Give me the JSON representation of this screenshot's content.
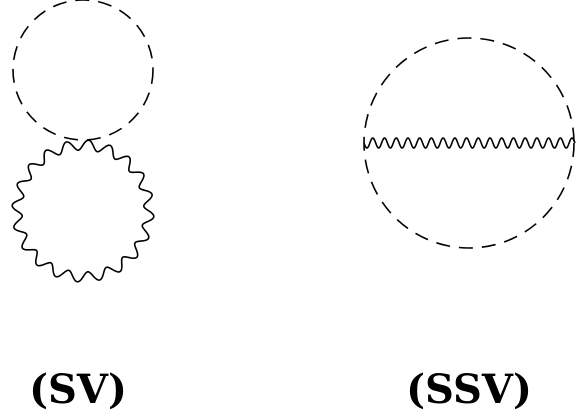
{
  "diagrams": [
    {
      "id": "sv",
      "label": "(SV)"
    },
    {
      "id": "ssv",
      "label": "(SSV)"
    }
  ]
}
